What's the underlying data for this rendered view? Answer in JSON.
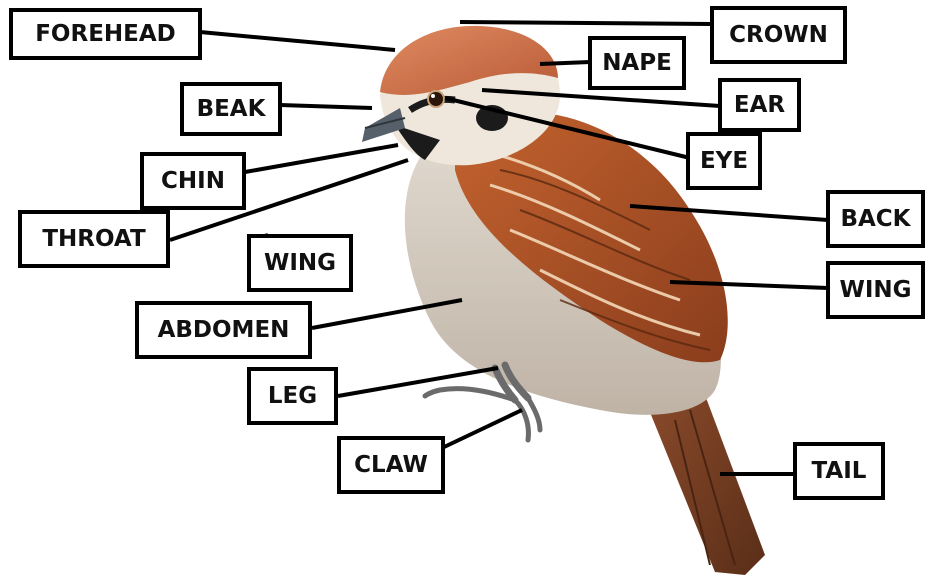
{
  "labels": {
    "forehead": "FOREHEAD",
    "crown": "CROWN",
    "nape": "NAPE",
    "beak": "BEAK",
    "ear": "EAR",
    "eye": "EYE",
    "chin": "CHIN",
    "throat": "THROAT",
    "wing_left": "WING",
    "back": "BACK",
    "wing_right": "WING",
    "abdomen": "ABDOMEN",
    "leg": "LEG",
    "claw": "CLAW",
    "tail": "TAIL"
  },
  "colors": {
    "crown": "#d9805a",
    "wing": "#b8552a",
    "belly": "#d6cdc2",
    "beak": "#4a5560",
    "outline": "#000000"
  }
}
